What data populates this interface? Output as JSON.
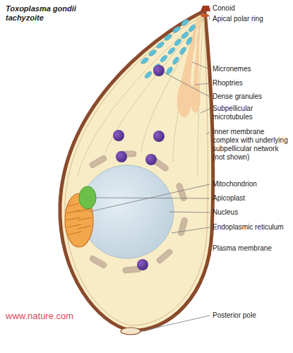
{
  "diagram": {
    "title": "Toxoplasma gondii tachyzoite",
    "labels": [
      "Conoid",
      "Apical polar ring",
      "Micronemes",
      "Rhoptries",
      "Dense granules",
      "Subpellicular microtubules",
      "Inner membrane complex with underlying subpellicular network (not shown)",
      "Mitochondrion",
      "Apicoplast",
      "Nucleus",
      "Endoplasmic reticulum",
      "Plasma membrane",
      "Posterior pole",
      "www.nature.com"
    ]
  }
}
